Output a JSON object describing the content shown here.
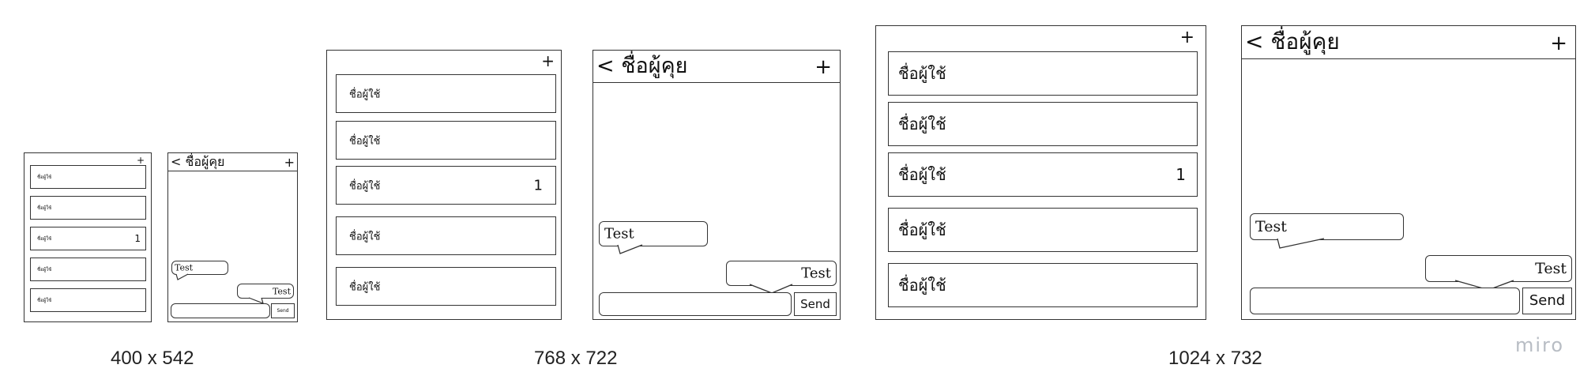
{
  "small": {
    "size_label": "400 x 542",
    "list": {
      "plus": "+",
      "rows": [
        "ชื่อผู้ใช้",
        "ชื่อผู้ใช้",
        "ชื่อผู้ใช้",
        "ชื่อผู้ใช้",
        "ชื่อผู้ใช้"
      ],
      "badge": "1"
    },
    "chat": {
      "back": "<",
      "title": "ชื่อผู้คุย",
      "plus": "+",
      "received": "Test",
      "sent": "Test",
      "send": "Send"
    }
  },
  "medium": {
    "size_label": "768 x 722",
    "list": {
      "plus": "+",
      "rows": [
        "ชื่อผู้ใช้",
        "ชื่อผู้ใช้",
        "ชื่อผู้ใช้",
        "ชื่อผู้ใช้",
        "ชื่อผู้ใช้"
      ],
      "badge": "1"
    },
    "chat": {
      "back": "<",
      "title": "ชื่อผู้คุย",
      "plus": "+",
      "received": "Test",
      "sent": "Test",
      "send": "Send"
    }
  },
  "large": {
    "size_label": "1024 x 732",
    "list": {
      "plus": "+",
      "rows": [
        "ชื่อผู้ใช้",
        "ชื่อผู้ใช้",
        "ชื่อผู้ใช้",
        "ชื่อผู้ใช้",
        "ชื่อผู้ใช้"
      ],
      "badge": "1"
    },
    "chat": {
      "back": "<",
      "title": "ชื่อผู้คุย",
      "plus": "+",
      "received": "Test",
      "sent": "Test",
      "send": "Send"
    }
  },
  "brand": "miro"
}
